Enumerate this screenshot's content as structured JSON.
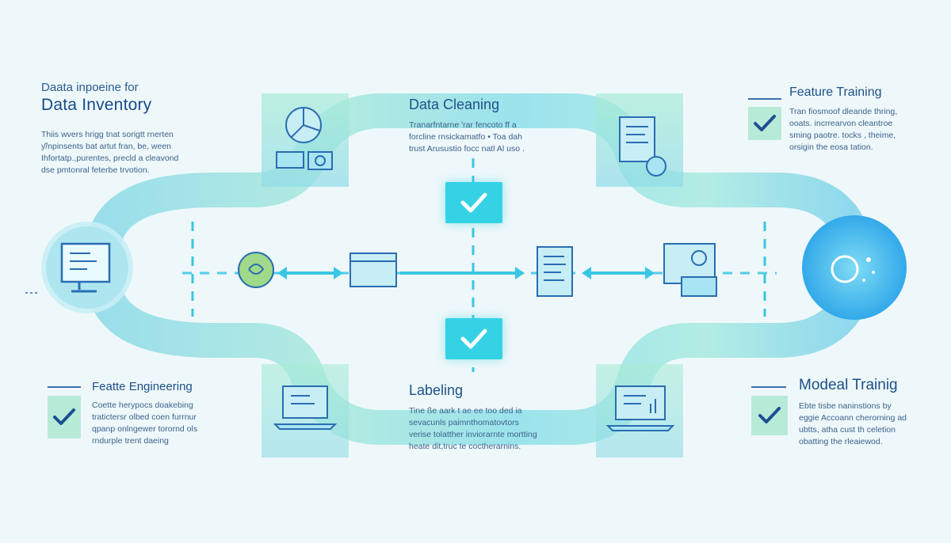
{
  "blocks": {
    "inventory": {
      "kicker": "Daata inpoeine for",
      "title": "Data Inventory",
      "lines": [
        "Thiis wvers hrigg  tnat sorigtt rnerten",
        "ƴ/npinsents  bat artut fran, be, ween",
        "Ihfortatp.,purentes, precld a cleavond",
        "dse pmtonral feterbe trvotion."
      ]
    },
    "cleaning": {
      "title": "Data Cleaning",
      "lines": [
        "Tranarfntarne ʹrar fencoto ff a",
        "forcline rnsickamatfo • Toa dah",
        "trust Arusustio focc natl Al uso ."
      ]
    },
    "feature_training": {
      "title": "Feature Training",
      "lines": [
        "Tran fiosmoof dleande thring,",
        "ooats. incrrearvon cleantroe",
        "sming paotre. tocks , theime,",
        "orsigin the eosa tation."
      ]
    },
    "feature_engineering": {
      "title": "Featte Engineering",
      "lines": [
        "Coette herypocs doakebing",
        "tratictersr olbed coen furrnur",
        "qpanp onlngewer torornd ols",
        "rndurple trent daeing"
      ]
    },
    "labeling": {
      "title": "Labeling",
      "lines": [
        "Tine ße aark  t ae ee too ded ia",
        "sevacunls paimnthomatovtors",
        "verise tolatther inviorarnte mortting",
        "heate dit,truc te coctherarnins."
      ]
    },
    "model_training": {
      "title": "Modeal Trainig",
      "lines": [
        "Ebte tisbe naninstions by",
        "eggie Accoann cherorning ad",
        "ubtts, atha cust th celetion",
        "obatting the rleaiewod."
      ]
    }
  }
}
